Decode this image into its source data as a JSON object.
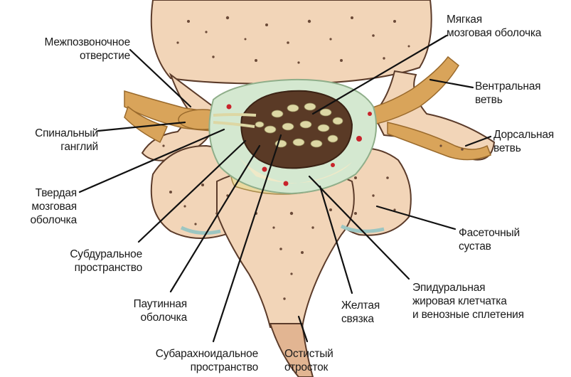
{
  "colors": {
    "bone": "#f2d5b8",
    "bone_dark": "#e2b592",
    "bone_outline": "#5b3b2a",
    "pores": "#6b4a38",
    "nerve": "#d9a45a",
    "nerve_outline": "#9a6a2c",
    "dura": "#d4e8d0",
    "dura_outline": "#8fae8a",
    "cord": "#5a3a26",
    "fibers": "#ddd7a4",
    "vessel": "#c8232b"
  },
  "labels": {
    "intervertebral_foramen": "Межпозвоночное\nотверстие",
    "pia_mater": "Мягкая\nмозговая оболочка",
    "ventral_ramus": "Вентральная\nветвь",
    "spinal_ganglion": "Спинальный\nганглий",
    "dorsal_ramus": "Дорсальная\nветвь",
    "dura_mater": "Твердая\nмозговая\nоболочка",
    "facet_joint": "Фасеточный\nсустав",
    "subdural_space": "Субдуральное\nпространство",
    "epidural_fat": "Эпидуральная\nжировая клетчатка\nи венозные сплетения",
    "arachnoid": "Паутинная\nоболочка",
    "ligamentum_flavum": "Желтая\nсвязка",
    "subarachnoid_space": "Субарахноидальное\nпространство",
    "spinous_process": "Остистый\nотросток"
  }
}
